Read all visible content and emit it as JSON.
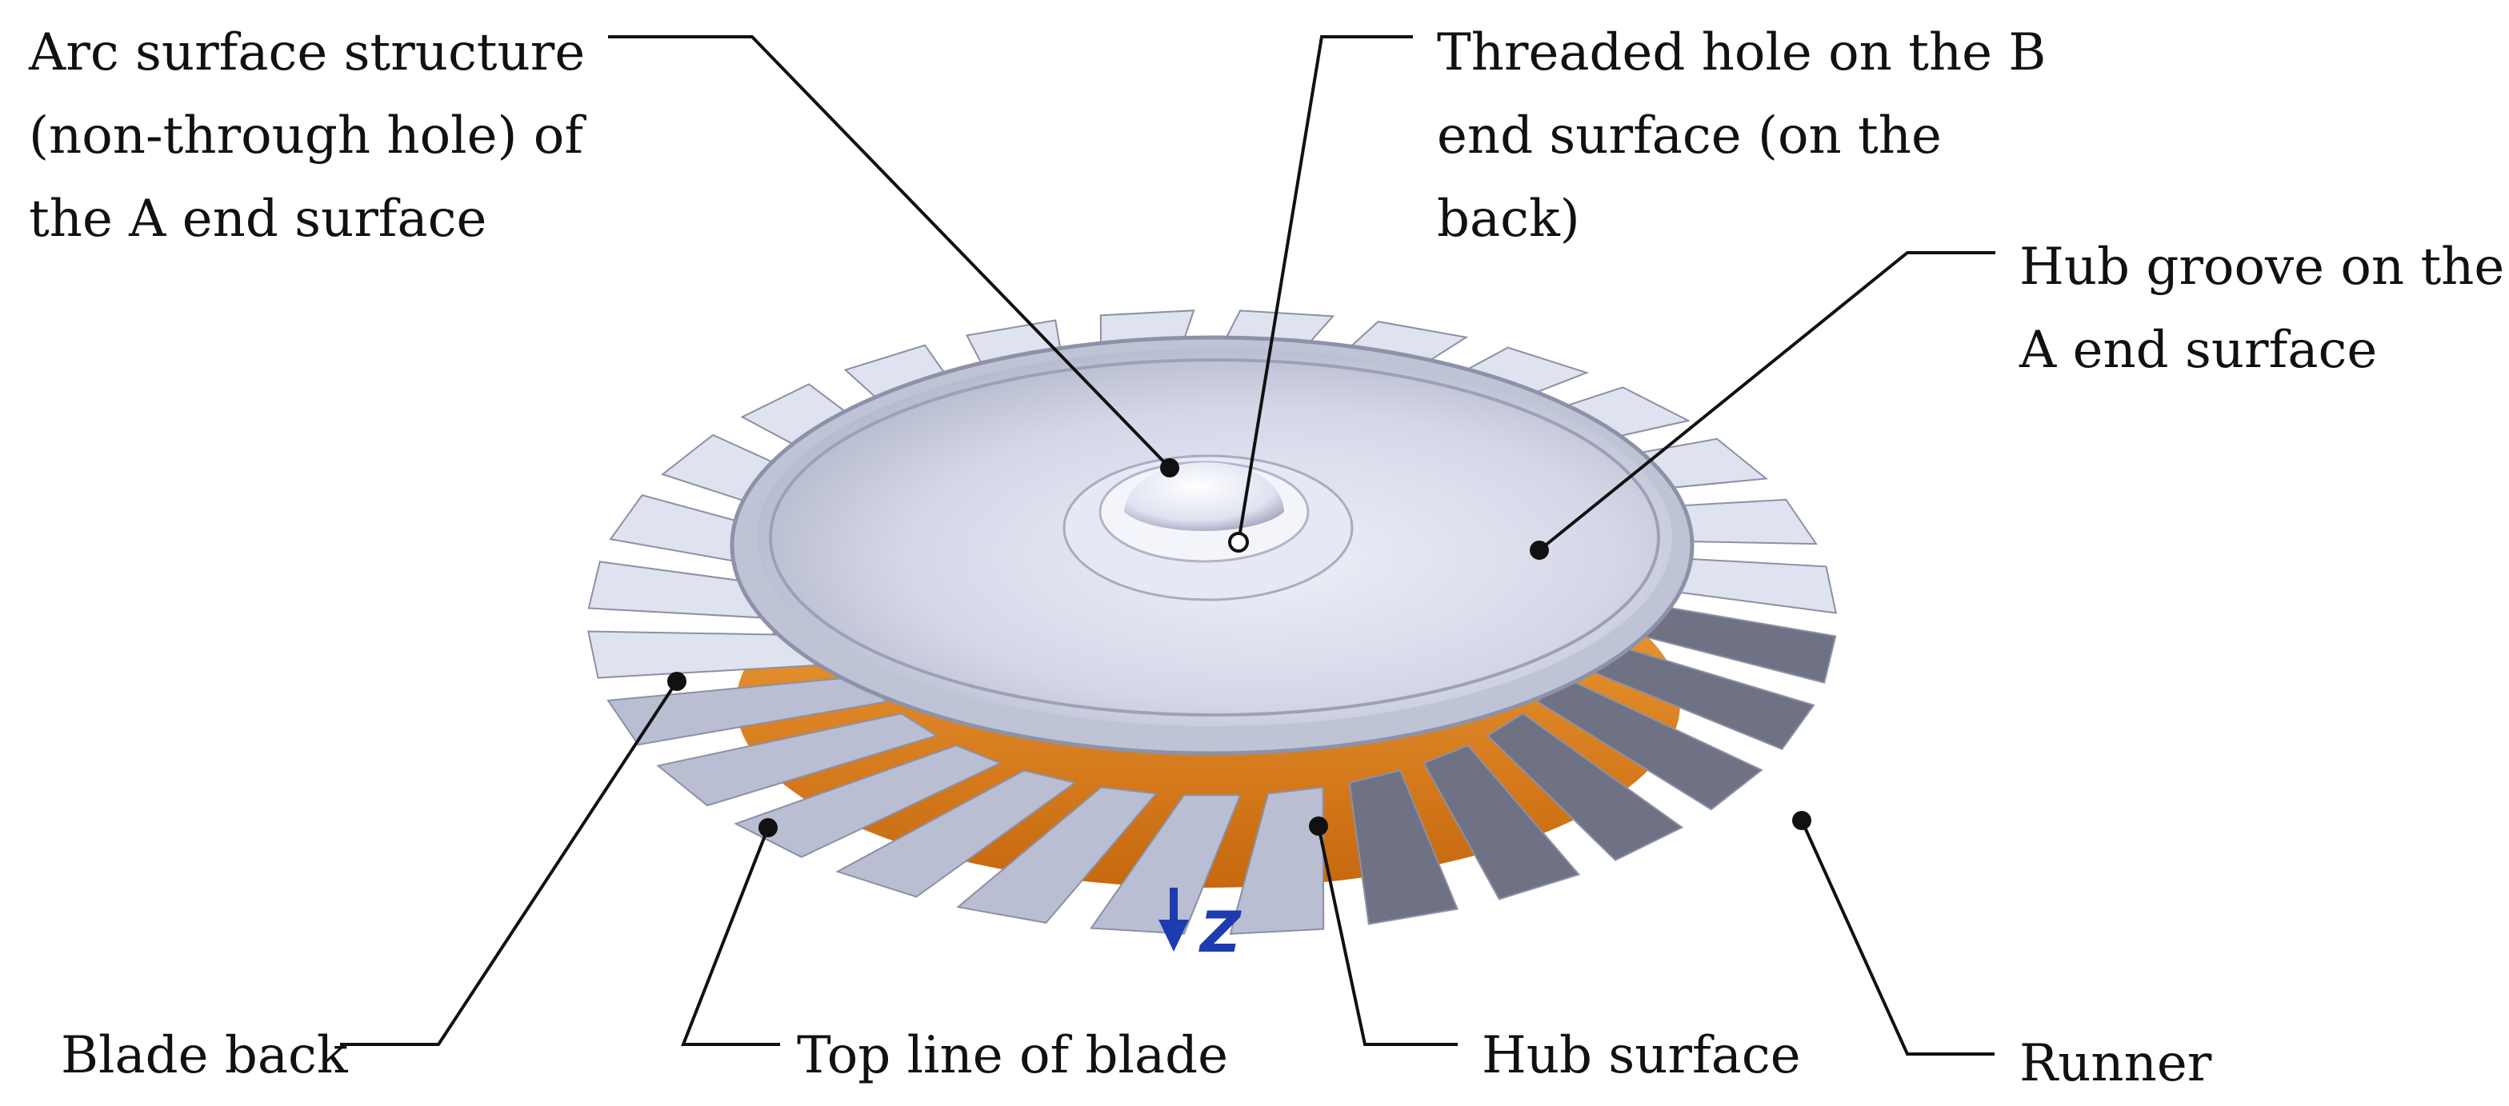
{
  "labels": {
    "arc_surface": [
      "Arc surface structure",
      "(non-through hole) of",
      "the A end surface"
    ],
    "threaded_hole": [
      "Threaded hole on the B",
      "end surface (on the",
      "back)"
    ],
    "hub_groove": [
      "Hub groove on the",
      "A end surface"
    ],
    "blade_back": "Blade back",
    "top_line": "Top line of blade",
    "hub_surface": "Hub surface",
    "runner": "Runner"
  },
  "axis_label": "Z",
  "colors": {
    "blade_light": "#dfe2ef",
    "blade_mid": "#b9bed2",
    "blade_dark": "#6e7284",
    "hub_orange": "#e88a1c",
    "hub_orange_dark": "#b8600e",
    "disk": "#d3d6e6",
    "axis_blue": "#1f3bb0",
    "leader": "#111111"
  }
}
